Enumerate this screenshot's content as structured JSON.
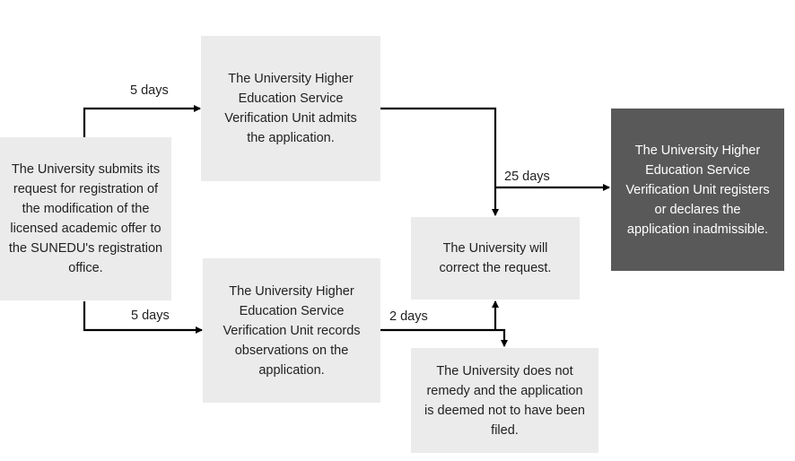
{
  "nodes": {
    "submit": "The University submits its request for registration of the modification of the licensed academic offer to the SUNEDU's registration office.",
    "admits": "The University Higher Education Service Verification Unit admits the application.",
    "records": "The University Higher Education Service Verification Unit records observations on the application.",
    "correct": "The University will correct the request.",
    "not_remedy": "The University does not remedy and the application is deemed not to have been filed.",
    "registers": "The University Higher Education Service Verification Unit registers or declares the application inadmissible."
  },
  "edges": {
    "submit_to_admits": "5 days",
    "submit_to_records": "5 days",
    "admits_to_registers": "25 days",
    "records_to_outcomes": "2 days"
  },
  "colors": {
    "box": "#ebebeb",
    "dark_box": "#595959",
    "line": "#000000"
  }
}
